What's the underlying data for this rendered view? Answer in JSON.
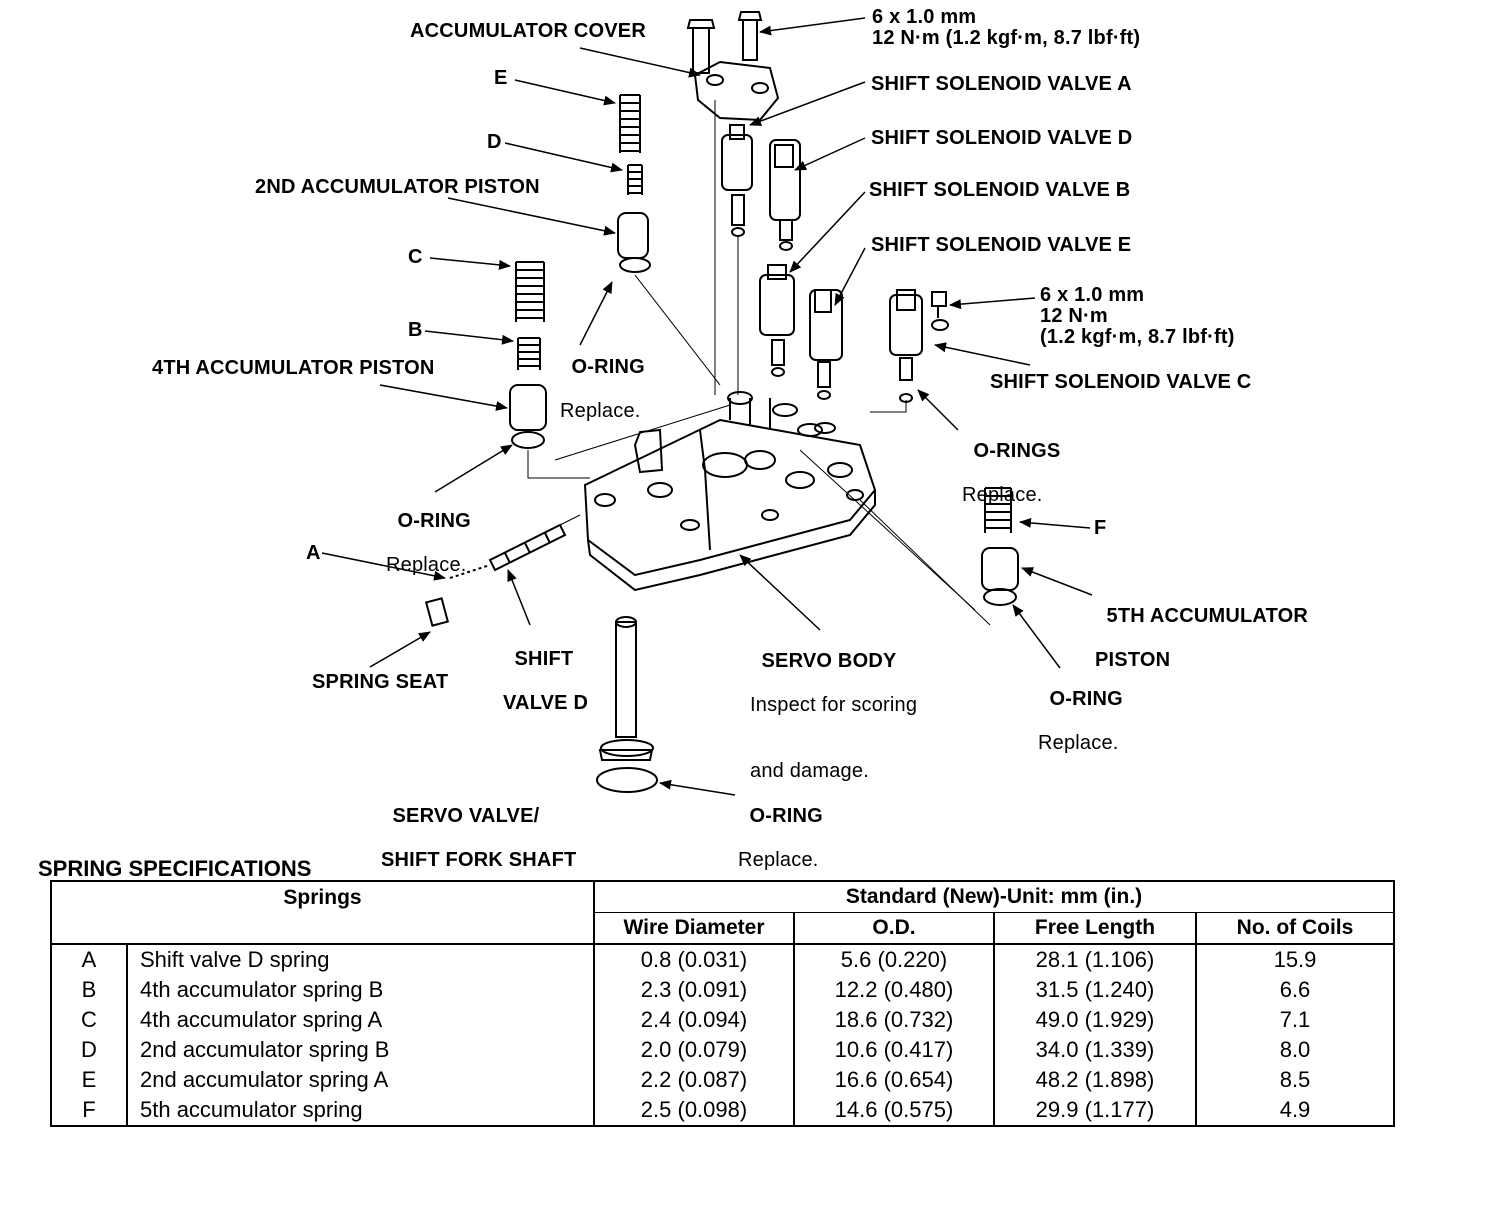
{
  "labels": {
    "accumulator_cover": "ACCUMULATOR COVER",
    "bolt_top_size": "6 x 1.0 mm",
    "bolt_top_torque": "12 N·m (1.2 kgf·m, 8.7 lbf·ft)",
    "valve_a": "SHIFT SOLENOID VALVE A",
    "valve_d": "SHIFT SOLENOID VALVE D",
    "valve_b": "SHIFT SOLENOID VALVE B",
    "valve_e": "SHIFT SOLENOID VALVE E",
    "valve_c": "SHIFT SOLENOID VALVE C",
    "bolt_right_size": "6 x 1.0 mm",
    "bolt_right_torque_1": "12 N·m",
    "bolt_right_torque_2": "(1.2 kgf·m, 8.7 lbf·ft)",
    "spring_e": "E",
    "spring_d": "D",
    "second_piston": "2ND ACCUMULATOR PISTON",
    "spring_c": "C",
    "spring_b": "B",
    "oring_1": "O-RING",
    "oring_1_note": "Replace.",
    "fourth_piston": "4TH ACCUMULATOR PISTON",
    "oring_2": "O-RING",
    "oring_2_note": "Replace.",
    "orings": "O-RINGS",
    "orings_note": "Replace.",
    "spring_f": "F",
    "fifth_piston_1": "5TH ACCUMULATOR",
    "fifth_piston_2": "PISTON",
    "spring_a": "A",
    "shift_valve_1": "SHIFT",
    "shift_valve_2": "VALVE D",
    "spring_seat": "SPRING SEAT",
    "servo_body": "SERVO BODY",
    "servo_body_note_1": "Inspect for scoring",
    "servo_body_note_2": "and damage.",
    "oring_3": "O-RING",
    "oring_3_note": "Replace.",
    "servo_valve_1": "SERVO VALVE/",
    "servo_valve_2": "SHIFT FORK SHAFT",
    "oring_4": "O-RING",
    "oring_4_note": "Replace."
  },
  "spec": {
    "title": "SPRING SPECIFICATIONS",
    "col_springs": "Springs",
    "col_standard": "Standard (New)-Unit: mm (in.)",
    "col_wire": "Wire Diameter",
    "col_od": "O.D.",
    "col_free": "Free Length",
    "col_coils": "No. of Coils",
    "rows": [
      {
        "letter": "A",
        "name": "Shift valve D spring",
        "wire": "0.8 (0.031)",
        "od": "5.6 (0.220)",
        "free": "28.1 (1.106)",
        "coils": "15.9"
      },
      {
        "letter": "B",
        "name": "4th accumulator spring B",
        "wire": "2.3 (0.091)",
        "od": "12.2 (0.480)",
        "free": "31.5 (1.240)",
        "coils": "6.6"
      },
      {
        "letter": "C",
        "name": "4th accumulator spring A",
        "wire": "2.4 (0.094)",
        "od": "18.6 (0.732)",
        "free": "49.0 (1.929)",
        "coils": "7.1"
      },
      {
        "letter": "D",
        "name": "2nd accumulator spring B",
        "wire": "2.0 (0.079)",
        "od": "10.6 (0.417)",
        "free": "34.0 (1.339)",
        "coils": "8.0"
      },
      {
        "letter": "E",
        "name": "2nd accumulator spring A",
        "wire": "2.2 (0.087)",
        "od": "16.6 (0.654)",
        "free": "48.2 (1.898)",
        "coils": "8.5"
      },
      {
        "letter": "F",
        "name": "5th accumulator spring",
        "wire": "2.5 (0.098)",
        "od": "14.6 (0.575)",
        "free": "29.9 (1.177)",
        "coils": "4.9"
      }
    ]
  }
}
